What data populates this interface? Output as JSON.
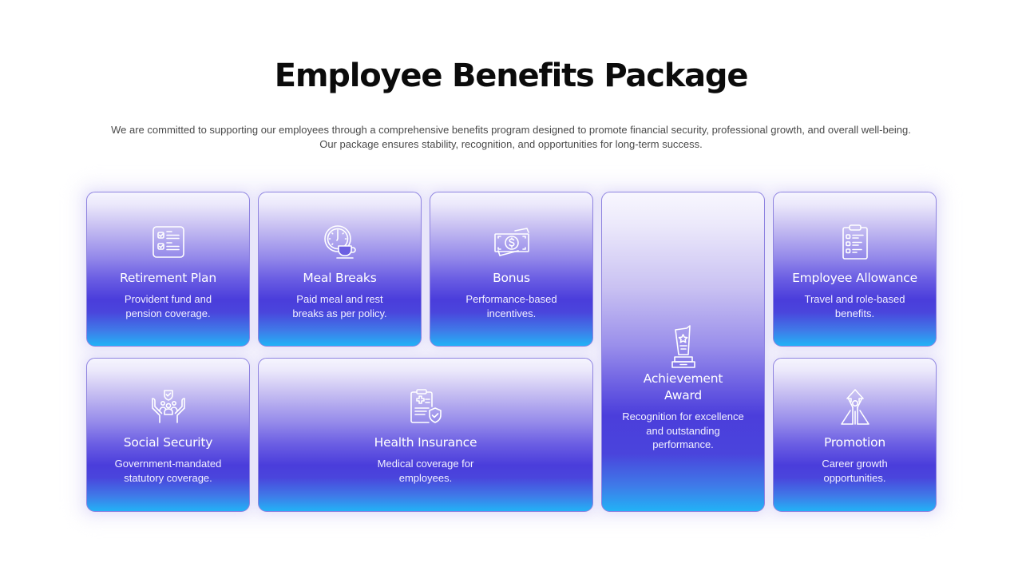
{
  "header": {
    "title": "Employee Benefits Package",
    "subtitle_lines": [
      "We are committed to supporting our employees through a comprehensive benefits program designed to promote financial security, professional growth, and overall well-being.",
      "Our package ensures stability, recognition, and opportunities for long-term success."
    ]
  },
  "theme": {
    "gradient_top": "#f6f5fe",
    "gradient_mid": "#4a3ddb",
    "gradient_bottom": "#22b2f6",
    "text_on_card": "#ffffff"
  },
  "cards": [
    {
      "id": "retirement-plan",
      "icon": "checklist-icon",
      "name": "Retirement Plan",
      "desc_lines": [
        "Provident fund and",
        "pension coverage."
      ]
    },
    {
      "id": "meal-breaks",
      "icon": "clock-coffee-icon",
      "name": "Meal Breaks",
      "desc_lines": [
        "Paid meal and rest",
        "breaks as per policy."
      ]
    },
    {
      "id": "bonus",
      "icon": "money-bill-icon",
      "name": "Bonus",
      "desc_lines": [
        "Performance-based",
        "incentives."
      ]
    },
    {
      "id": "achievement-award",
      "icon": "trophy-icon",
      "name": "Achievement Award",
      "name_lines": [
        "Achievement",
        "Award"
      ],
      "desc_lines": [
        "Recognition for excellence",
        "and outstanding",
        "performance."
      ]
    },
    {
      "id": "employee-allowance",
      "icon": "clipboard-list-icon",
      "name": "Employee Allowance",
      "desc_lines": [
        "Travel and role-based",
        "benefits."
      ]
    },
    {
      "id": "social-security",
      "icon": "hands-family-shield-icon",
      "name": "Social Security",
      "desc_lines": [
        "Government-mandated",
        "statutory coverage."
      ]
    },
    {
      "id": "health-insurance",
      "icon": "medical-clipboard-shield-icon",
      "name": "Health Insurance",
      "desc_lines": [
        "Medical coverage for",
        "employees."
      ]
    },
    {
      "id": "promotion",
      "icon": "person-arrow-up-icon",
      "name": "Promotion",
      "desc_lines": [
        "Career growth",
        "opportunities."
      ]
    }
  ]
}
